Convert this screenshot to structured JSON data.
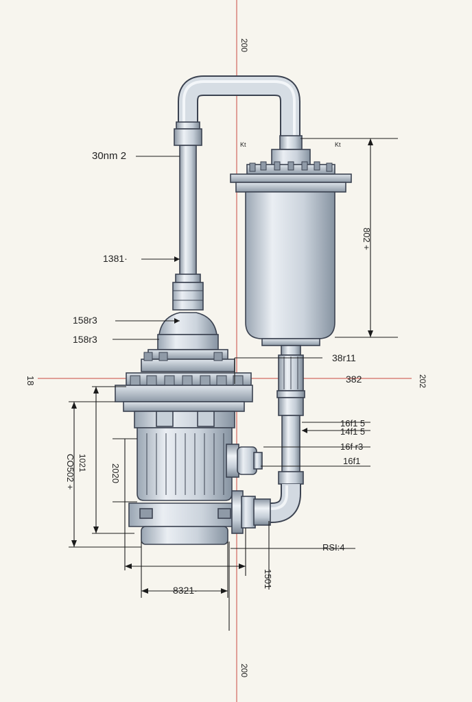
{
  "colors": {
    "background": "#f7f5ee",
    "metal_light": "#e3e9ef",
    "metal_mid": "#b9c4cf",
    "metal_dark": "#7d8996",
    "outline": "#3b4250",
    "centerline": "#c9473f",
    "dimension": "#1b1b1b"
  },
  "labels": {
    "top_center": "200",
    "bottom_center": "200",
    "pipe_top": "30nm 2",
    "pipe_mid": "1381·",
    "neck_upper": "158r3",
    "neck_lower": "158r3",
    "left_edge": "18",
    "right_edge": "202",
    "filter_height": "802 +",
    "filter_top_left": "Kt",
    "filter_top_right": "Kt",
    "outlet_upper": "38r11",
    "outlet_mid": "382",
    "callout_1": "16f1 5",
    "callout_2": "14f1 5",
    "callout_3": "16f r3",
    "callout_4": "16f1",
    "base_right": "RSI:4",
    "body_height": "2020",
    "motor_height": "CO502 +",
    "inner_height": "1021",
    "bottom_width": "8321·",
    "right_vertical": "1501"
  }
}
